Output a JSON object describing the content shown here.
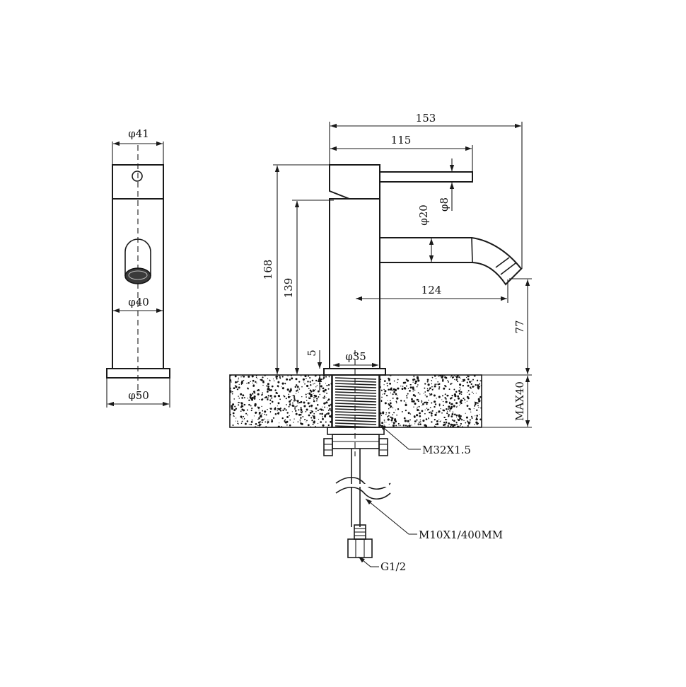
{
  "side_view": {
    "top_diameter": "φ41",
    "aerator_diameter": "φ40",
    "base_diameter": "φ50"
  },
  "front_view": {
    "overall_length": "153",
    "handle_length": "115",
    "total_height": "168",
    "body_height": "139",
    "spout_diameter": "φ20",
    "handle_diameter": "φ8",
    "spout_reach": "124",
    "spout_clearance": "77",
    "base_offset": "5",
    "shank_diameter": "φ35",
    "max_counter_thickness": "MAX40"
  },
  "callouts": {
    "shank_thread": "M32X1.5",
    "flex_hose": "M10X1/400MM",
    "connector_thread": "G1/2"
  }
}
